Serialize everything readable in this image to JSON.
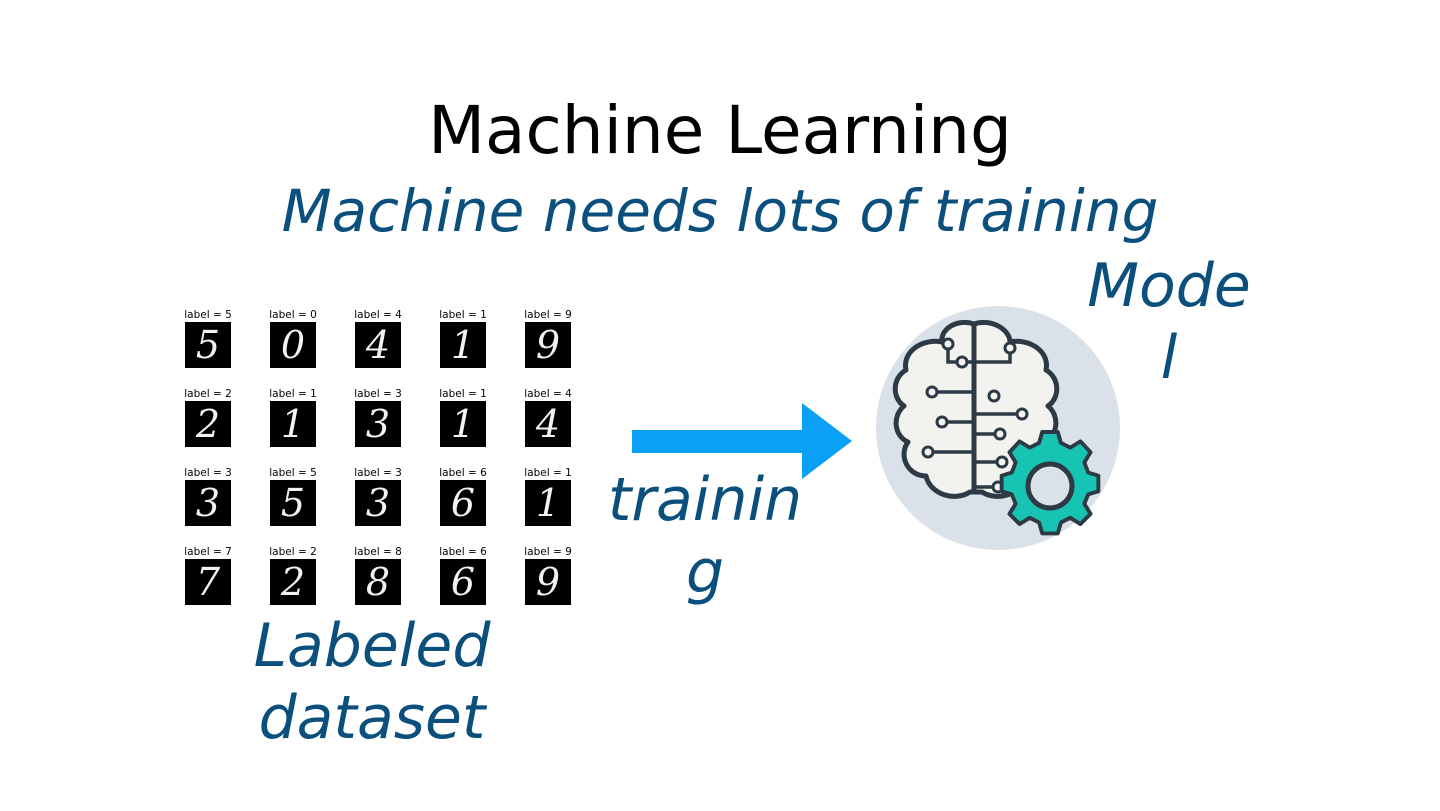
{
  "title": "Machine Learning",
  "subtitle": "Machine needs lots of training",
  "dataset": {
    "caption_line1": "Labeled",
    "caption_line2": "dataset",
    "samples": [
      {
        "label": "label = 5",
        "digit": "5"
      },
      {
        "label": "label = 0",
        "digit": "0"
      },
      {
        "label": "label = 4",
        "digit": "4"
      },
      {
        "label": "label = 1",
        "digit": "1"
      },
      {
        "label": "label = 9",
        "digit": "9"
      },
      {
        "label": "label = 2",
        "digit": "2"
      },
      {
        "label": "label = 1",
        "digit": "1"
      },
      {
        "label": "label = 3",
        "digit": "3"
      },
      {
        "label": "label = 1",
        "digit": "1"
      },
      {
        "label": "label = 4",
        "digit": "4"
      },
      {
        "label": "label = 3",
        "digit": "3"
      },
      {
        "label": "label = 5",
        "digit": "5"
      },
      {
        "label": "label = 3",
        "digit": "3"
      },
      {
        "label": "label = 6",
        "digit": "6"
      },
      {
        "label": "label = 1",
        "digit": "1"
      },
      {
        "label": "label = 7",
        "digit": "7"
      },
      {
        "label": "label = 2",
        "digit": "2"
      },
      {
        "label": "label = 8",
        "digit": "8"
      },
      {
        "label": "label = 6",
        "digit": "6"
      },
      {
        "label": "label = 9",
        "digit": "9"
      }
    ]
  },
  "training": {
    "caption_line1": "trainin",
    "caption_line2": "g"
  },
  "model": {
    "caption_line1": "Mode",
    "caption_line2": "l",
    "icon": "brain-gear-icon"
  },
  "colors": {
    "accent_text": "#0b4f7c",
    "arrow": "#0aa0f5",
    "gear": "#17c3b2",
    "circle_bg": "#dbe1e8",
    "brain_fill": "#f2f2ef",
    "brain_stroke": "#2d3a45"
  }
}
